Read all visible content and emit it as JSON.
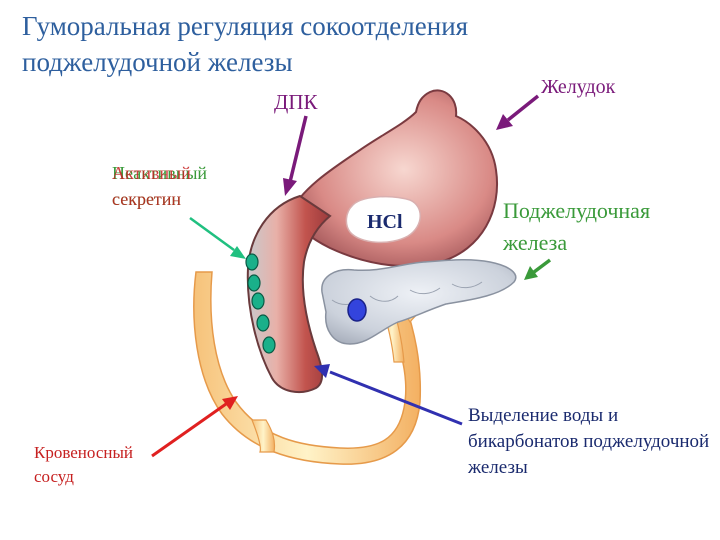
{
  "title": "Гуморальная регуляция сокоотделения поджелудочной железы",
  "labels": {
    "dpk": "ДПК",
    "stomach": "Желудок",
    "pancreas": "Поджелудочная железа",
    "inactive_secretin": "Неактивный секретин",
    "active_secretin": "Активный секретин",
    "hcl": "HCl",
    "blood_vessel": "Кровеносный сосуд",
    "water_bicarbonate": "Выделение воды и бикарбонатов поджелудочной железы"
  },
  "colors": {
    "title": "#2e5f9e",
    "dpk_arrow": "#7a1a7a",
    "stomach_arrow": "#7a1a7a",
    "pancreas_arrow": "#3a9a3a",
    "secretin_arrow": "#20c080",
    "vessel_arrow": "#e02020",
    "secretion_arrow": "#3030b0",
    "secretin_cells": "#1ab08a",
    "pancreas_cell": "#3344dd"
  }
}
